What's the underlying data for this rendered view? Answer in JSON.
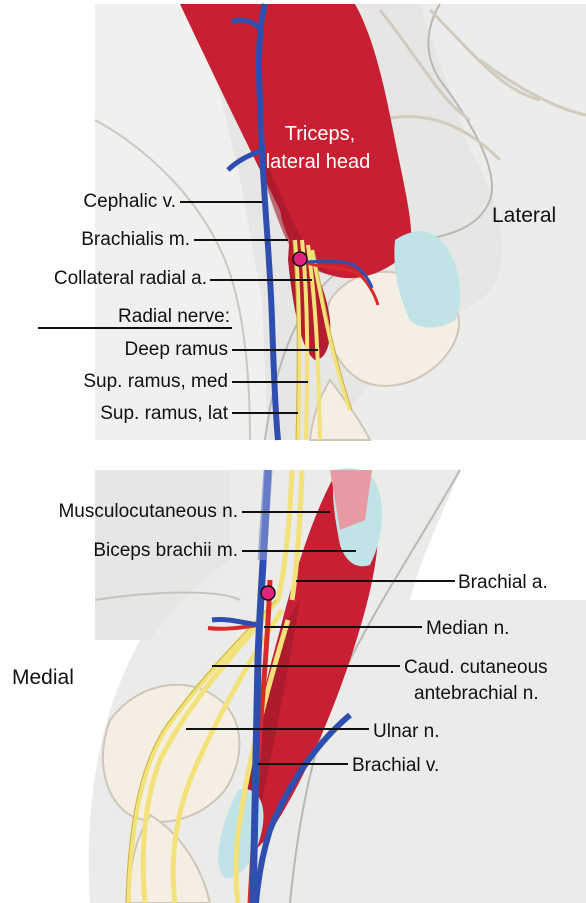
{
  "colors": {
    "background": "#ffffff",
    "panel_fill": "#e6e6e4",
    "skin_fill": "#ececea",
    "bone_fill": "#f4eee3",
    "bone_edge": "#cfc6b8",
    "muscle": "#c81f32",
    "muscle_dark": "#8f1622",
    "vein": "#2f4fb0",
    "nerve": "#f3e27a",
    "artery": "#d92a2a",
    "tendon": "#bfe3e6",
    "marker_pink": "#e0247e"
  },
  "top_panel": {
    "muscle_label_line1": "Triceps,",
    "muscle_label_line2": "lateral head",
    "side_label": "Lateral",
    "labels": {
      "cephalic_v": "Cephalic v.",
      "brachialis_m": "Brachialis m.",
      "collateral_radial_a": "Collateral radial a.",
      "radial_nerve_heading": "Radial nerve:",
      "deep_ramus": "Deep ramus",
      "sup_ramus_med": "Sup. ramus, med",
      "sup_ramus_lat": "Sup. ramus, lat"
    }
  },
  "bottom_panel": {
    "side_label": "Medial",
    "labels": {
      "musculocutaneous_n": "Musculocutaneous n.",
      "biceps_brachii_m": "Biceps brachii m.",
      "brachial_a": "Brachial a.",
      "median_n": "Median n.",
      "caud_cutaneous_line1": "Caud. cutaneous",
      "caud_cutaneous_line2": "antebrachial n.",
      "ulnar_n": "Ulnar n.",
      "brachial_v": "Brachial v."
    }
  }
}
